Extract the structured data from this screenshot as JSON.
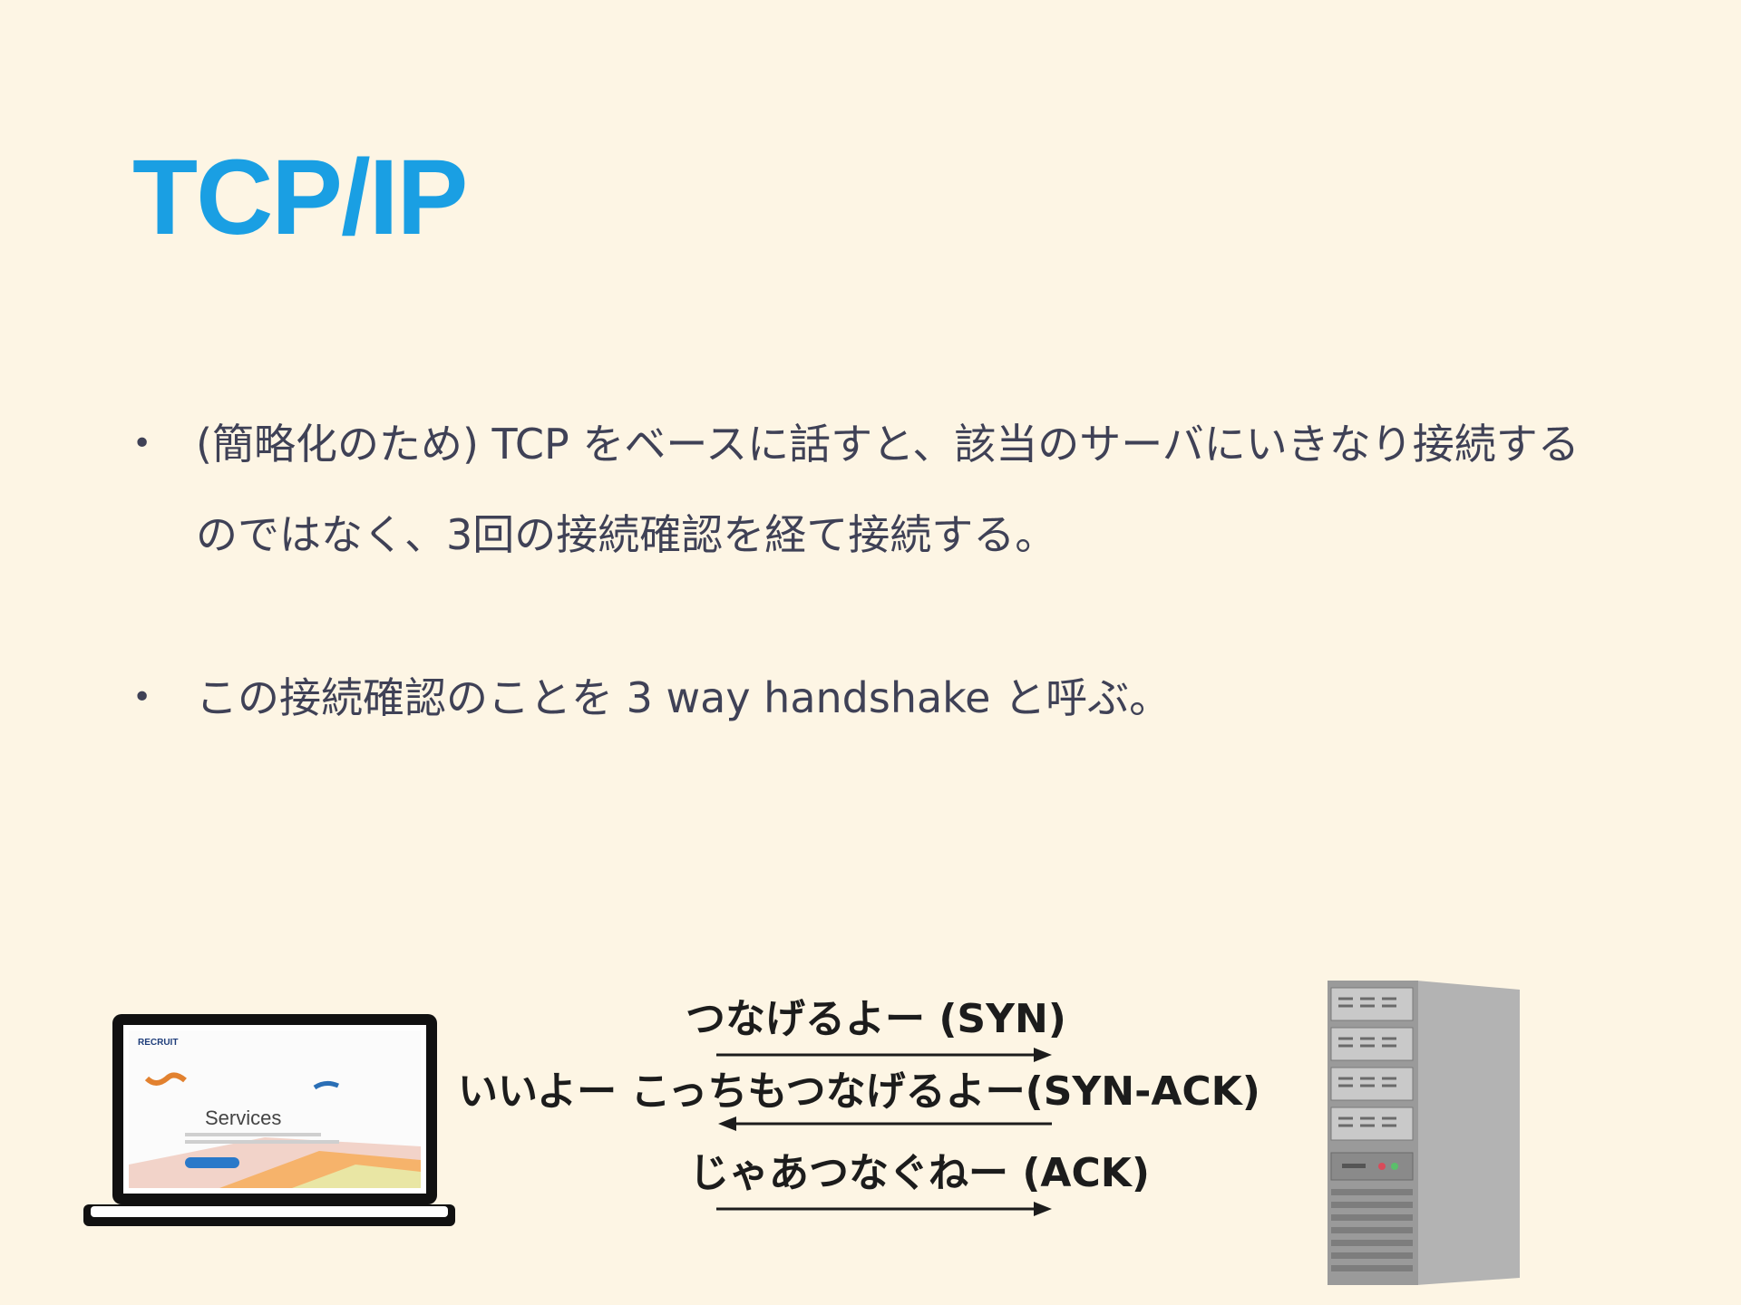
{
  "slide": {
    "title": "TCP/IP",
    "bullets": [
      "(簡略化のため) TCP をベースに話すと、該当のサーバにいきなり接続するのではなく、3回の接続確認を経て接続する。",
      "この接続確認のことを 3 way handshake と呼ぶ。"
    ],
    "bullet_marker": "•"
  },
  "diagram": {
    "messages": [
      {
        "text": "つなげるよー (SYN)",
        "direction": "to-server"
      },
      {
        "text": "いいよー こっちもつなげるよー(SYN-ACK)",
        "direction": "to-client"
      },
      {
        "text": "じゃあつなぐねー (ACK)",
        "direction": "to-server"
      }
    ],
    "client_icon": "laptop-icon",
    "server_icon": "server-tower-icon",
    "laptop_screen": {
      "brand": "RECRUIT",
      "heading": "Services"
    }
  }
}
